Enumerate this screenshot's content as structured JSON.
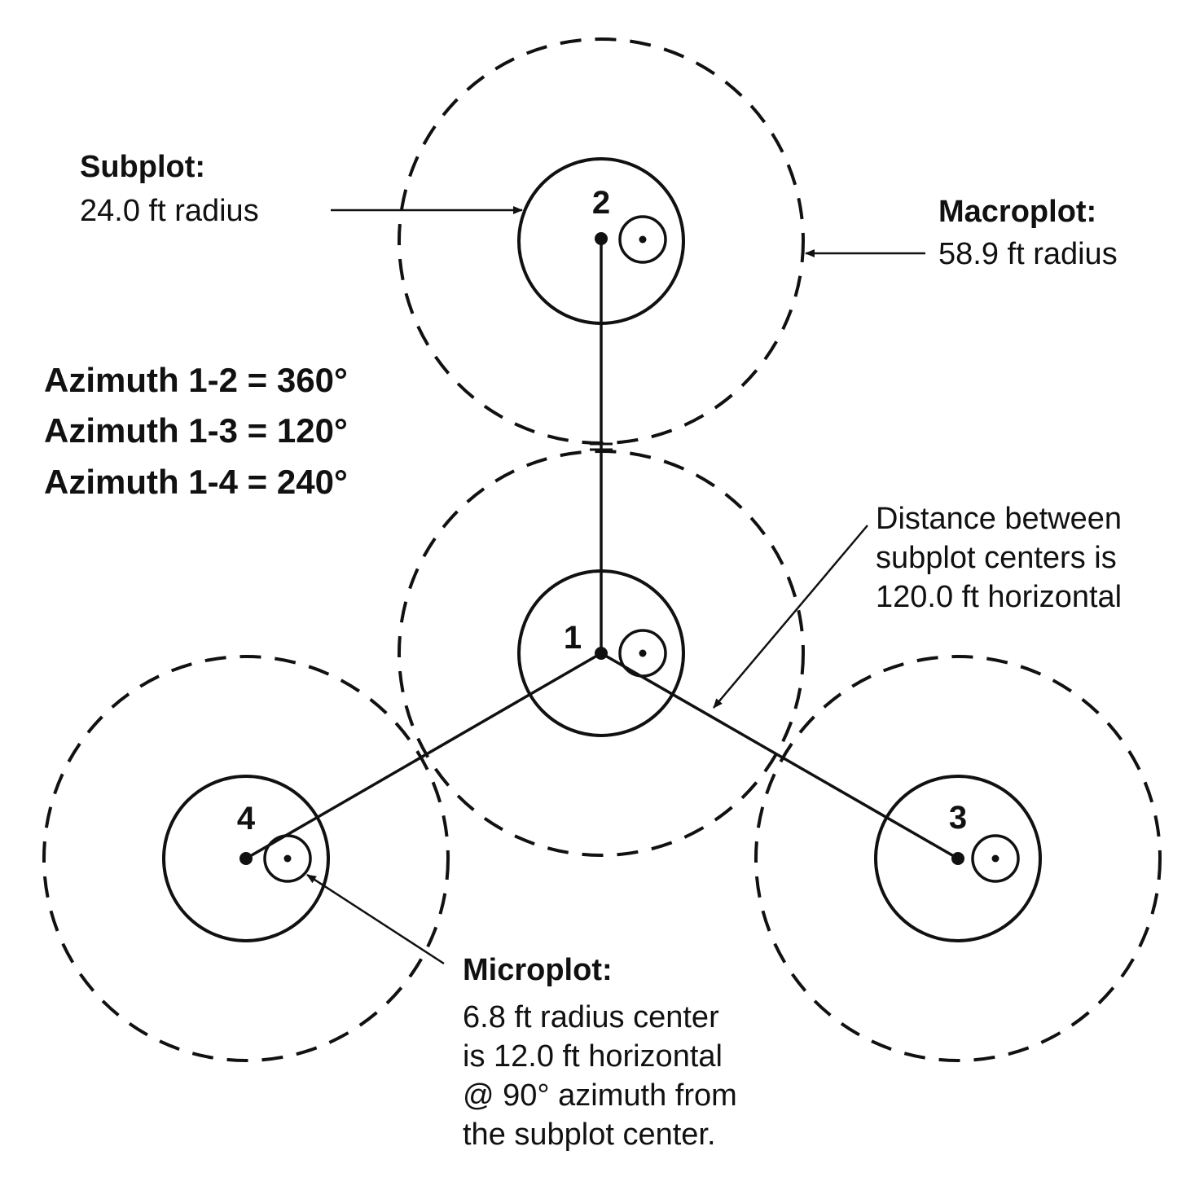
{
  "plots": [
    {
      "id": "1"
    },
    {
      "id": "2"
    },
    {
      "id": "3"
    },
    {
      "id": "4"
    }
  ],
  "subplot_label": {
    "heading": "Subplot:",
    "detail": "24.0 ft radius"
  },
  "macroplot_label": {
    "heading": "Macroplot:",
    "detail": "58.9 ft radius"
  },
  "azimuths": [
    "Azimuth 1-2 = 360°",
    "Azimuth 1-3 = 120°",
    "Azimuth 1-4 = 240°"
  ],
  "distance_note": [
    "Distance between",
    "subplot centers is",
    "120.0 ft horizontal"
  ],
  "microplot_label": {
    "heading": "Microplot:",
    "lines": [
      "6.8 ft radius center",
      "is 12.0 ft horizontal",
      "@ 90° azimuth from",
      "the subplot center."
    ]
  }
}
